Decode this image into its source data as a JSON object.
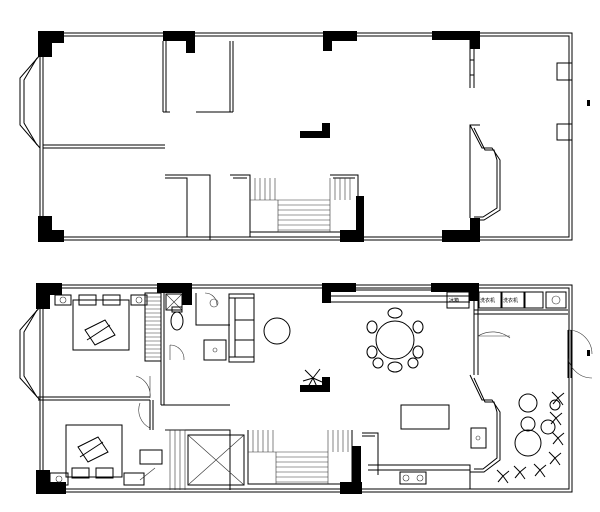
{
  "diagram": {
    "type": "architectural-floor-plan",
    "floors": [
      {
        "name": "upper-floor-plan",
        "state": "empty-shell"
      },
      {
        "name": "lower-floor-plan",
        "state": "furnished"
      }
    ],
    "labels": {
      "appliance_a": "冰箱",
      "appliance_b": "洗衣机",
      "appliance_c": "洗衣机"
    },
    "colors": {
      "line": "#000000",
      "background": "#ffffff"
    }
  }
}
